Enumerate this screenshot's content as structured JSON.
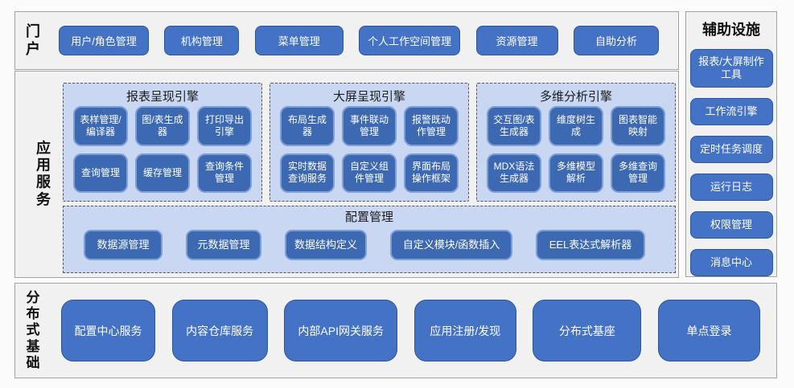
{
  "colors": {
    "button_blue": "#4472c4",
    "button_border": "#2f5597",
    "inner_node_blue": "#3c69b2",
    "inner_node_border": "#7d9fd6",
    "group_bg": "#c9d7f2",
    "section_bg": "#f1f1f1"
  },
  "portal": {
    "label": "门户",
    "buttons": [
      {
        "label": "用户/角色管理",
        "w": 112
      },
      {
        "label": "机构管理",
        "w": 93
      },
      {
        "label": "菜单管理",
        "w": 110
      },
      {
        "label": "个人工作空间管理",
        "w": 126
      },
      {
        "label": "资源管理",
        "w": 102
      },
      {
        "label": "自助分析",
        "w": 106
      }
    ]
  },
  "app_services": {
    "label": "应用服务",
    "groups": [
      {
        "title": "报表呈现引擎",
        "nodes": [
          "表样管理/编译器",
          "图/表生成器",
          "打印导出引擎",
          "查询管理",
          "缓存管理",
          "查询条件管理"
        ]
      },
      {
        "title": "大屏呈现引擎",
        "nodes": [
          "布局生成器",
          "事件联动管理",
          "报警既动作管理",
          "实时数据查询服务",
          "自定义组件管理",
          "界面布局操作框架"
        ]
      },
      {
        "title": "多维分析引擎",
        "nodes": [
          "交互图/表生成器",
          "维度树生成",
          "图表智能映射",
          "MDX语法生成器",
          "多维模型解析",
          "多维查询管理"
        ]
      }
    ],
    "config_group": {
      "title": "配置管理",
      "nodes": [
        {
          "label": "数据源管理",
          "w": 98
        },
        {
          "label": "元数据管理",
          "w": 94
        },
        {
          "label": "数据结构定义",
          "w": 102
        },
        {
          "label": "自定义模块/函数插入",
          "w": 152
        },
        {
          "label": "EEL表达式解析器",
          "w": 136
        }
      ]
    }
  },
  "distributed_base": {
    "label": "分布式基础",
    "buttons": [
      {
        "label": "配置中心服务",
        "w": 117
      },
      {
        "label": "内容仓库服务",
        "w": 119
      },
      {
        "label": "内部API网关服务",
        "w": 141
      },
      {
        "label": "应用注册/发现",
        "w": 127
      },
      {
        "label": "分布式基座",
        "w": 135
      },
      {
        "label": "单点登录",
        "w": 127
      }
    ]
  },
  "aux_facilities": {
    "label": "辅助设施",
    "buttons": [
      "报表/大屏制作工具",
      "工作流引擎",
      "定时任务调度",
      "运行日志",
      "权限管理",
      "消息中心"
    ]
  }
}
